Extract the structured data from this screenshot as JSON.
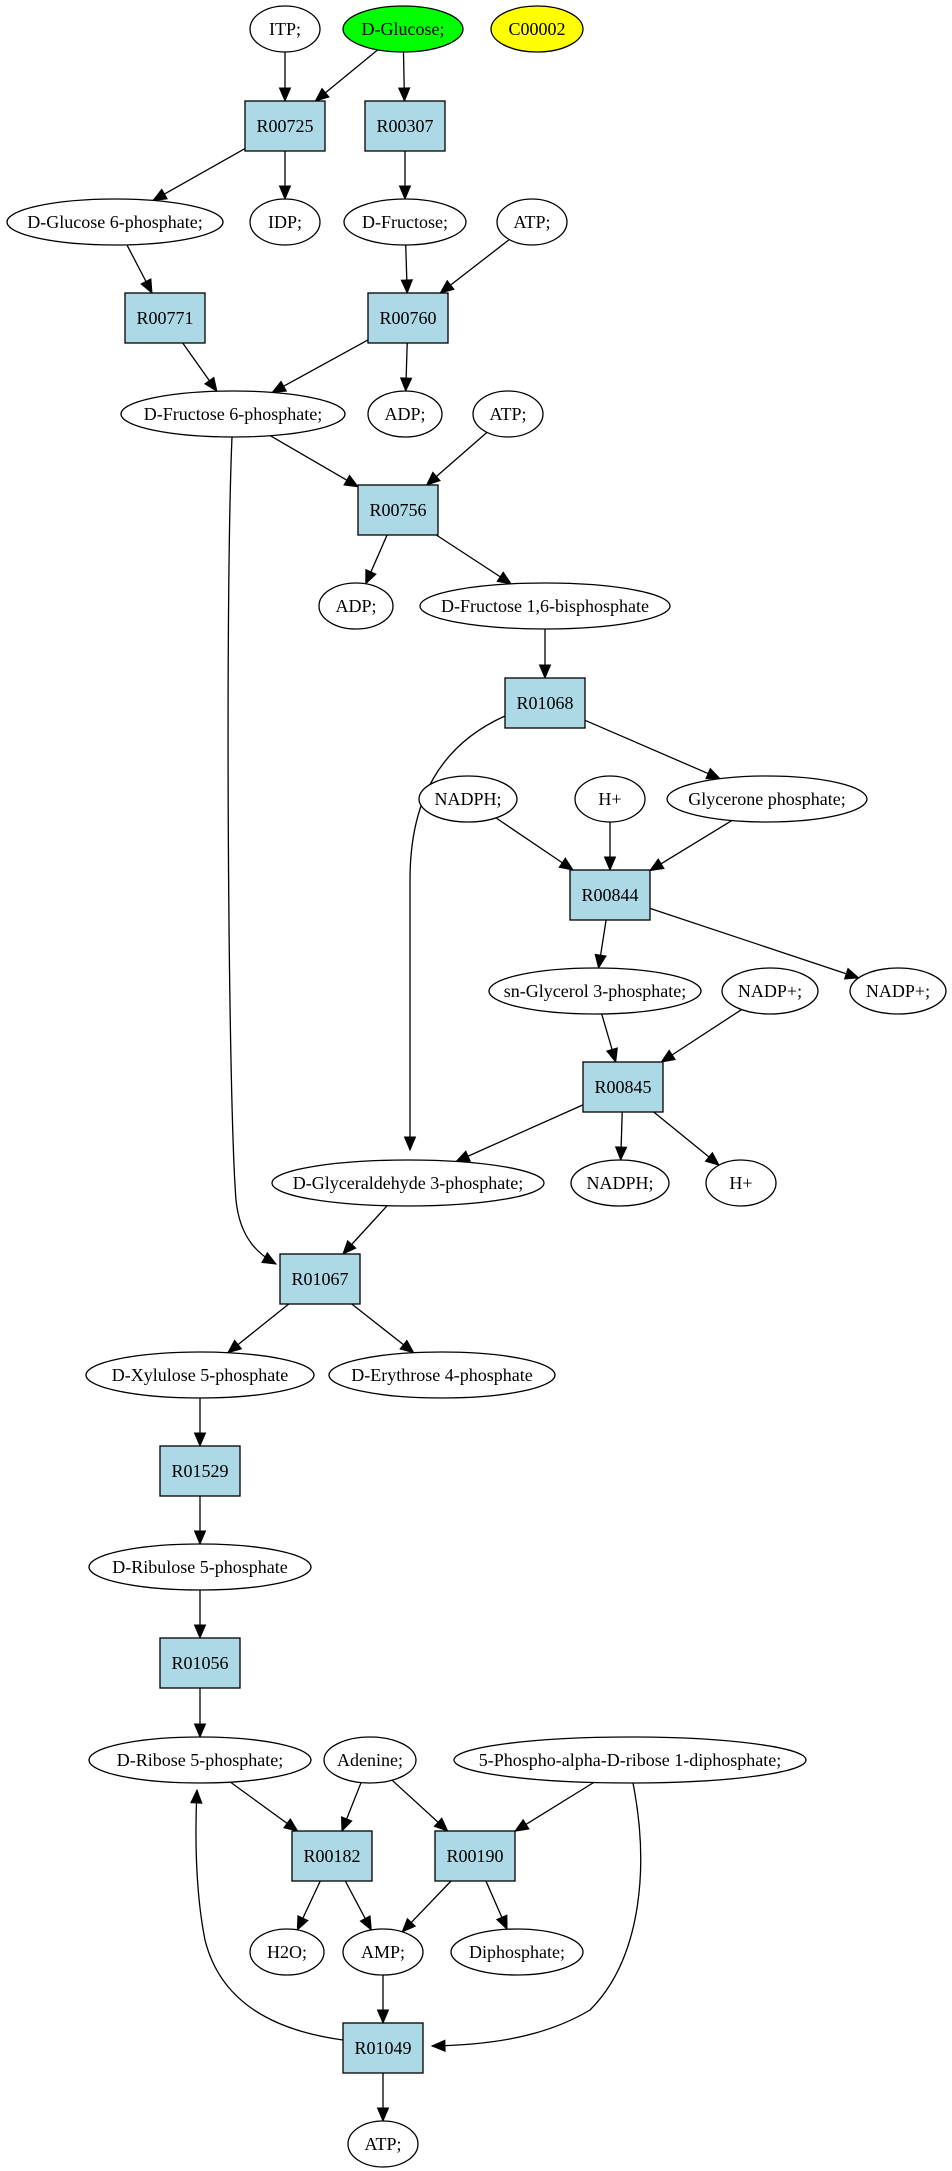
{
  "diagram": {
    "nodes": [
      {
        "id": "itp",
        "kind": "compound",
        "label": "ITP;"
      },
      {
        "id": "glucose",
        "kind": "compound",
        "label": "D-Glucose;",
        "fill": "#00ff00"
      },
      {
        "id": "c00002",
        "kind": "compound",
        "label": "C00002",
        "fill": "#ffff00"
      },
      {
        "id": "r00725",
        "kind": "reaction",
        "label": "R00725"
      },
      {
        "id": "r00307",
        "kind": "reaction",
        "label": "R00307"
      },
      {
        "id": "g6p",
        "kind": "compound",
        "label": "D-Glucose 6-phosphate;"
      },
      {
        "id": "idp",
        "kind": "compound",
        "label": "IDP;"
      },
      {
        "id": "fructose",
        "kind": "compound",
        "label": "D-Fructose;"
      },
      {
        "id": "atp1",
        "kind": "compound",
        "label": "ATP;"
      },
      {
        "id": "r00771",
        "kind": "reaction",
        "label": "R00771"
      },
      {
        "id": "r00760",
        "kind": "reaction",
        "label": "R00760"
      },
      {
        "id": "f6p",
        "kind": "compound",
        "label": "D-Fructose 6-phosphate;"
      },
      {
        "id": "adp1",
        "kind": "compound",
        "label": "ADP;"
      },
      {
        "id": "atp2",
        "kind": "compound",
        "label": "ATP;"
      },
      {
        "id": "r00756",
        "kind": "reaction",
        "label": "R00756"
      },
      {
        "id": "adp2",
        "kind": "compound",
        "label": "ADP;"
      },
      {
        "id": "fbp",
        "kind": "compound",
        "label": "D-Fructose 1,6-bisphosphate"
      },
      {
        "id": "r01068",
        "kind": "reaction",
        "label": "R01068"
      },
      {
        "id": "nadph1",
        "kind": "compound",
        "label": "NADPH;"
      },
      {
        "id": "hplus1",
        "kind": "compound",
        "label": "H+"
      },
      {
        "id": "dhap",
        "kind": "compound",
        "label": "Glycerone phosphate;"
      },
      {
        "id": "r00844",
        "kind": "reaction",
        "label": "R00844"
      },
      {
        "id": "g3p",
        "kind": "compound",
        "label": "sn-Glycerol 3-phosphate;"
      },
      {
        "id": "nadpplus1",
        "kind": "compound",
        "label": "NADP+;"
      },
      {
        "id": "nadpplus2",
        "kind": "compound",
        "label": "NADP+;"
      },
      {
        "id": "r00845",
        "kind": "reaction",
        "label": "R00845"
      },
      {
        "id": "gap",
        "kind": "compound",
        "label": "D-Glyceraldehyde 3-phosphate;"
      },
      {
        "id": "nadph2",
        "kind": "compound",
        "label": "NADPH;"
      },
      {
        "id": "hplus2",
        "kind": "compound",
        "label": "H+"
      },
      {
        "id": "r01067",
        "kind": "reaction",
        "label": "R01067"
      },
      {
        "id": "x5p",
        "kind": "compound",
        "label": "D-Xylulose 5-phosphate"
      },
      {
        "id": "e4p",
        "kind": "compound",
        "label": "D-Erythrose 4-phosphate"
      },
      {
        "id": "r01529",
        "kind": "reaction",
        "label": "R01529"
      },
      {
        "id": "ru5p",
        "kind": "compound",
        "label": "D-Ribulose 5-phosphate"
      },
      {
        "id": "r01056",
        "kind": "reaction",
        "label": "R01056"
      },
      {
        "id": "r5p",
        "kind": "compound",
        "label": "D-Ribose 5-phosphate;"
      },
      {
        "id": "adenine",
        "kind": "compound",
        "label": "Adenine;"
      },
      {
        "id": "prpp",
        "kind": "compound",
        "label": "5-Phospho-alpha-D-ribose 1-diphosphate;"
      },
      {
        "id": "r00182",
        "kind": "reaction",
        "label": "R00182"
      },
      {
        "id": "r00190",
        "kind": "reaction",
        "label": "R00190"
      },
      {
        "id": "h2o",
        "kind": "compound",
        "label": "H2O;"
      },
      {
        "id": "amp",
        "kind": "compound",
        "label": "AMP;"
      },
      {
        "id": "diphosphate",
        "kind": "compound",
        "label": "Diphosphate;"
      },
      {
        "id": "r01049",
        "kind": "reaction",
        "label": "R01049"
      },
      {
        "id": "atp3",
        "kind": "compound",
        "label": "ATP;"
      }
    ],
    "edges": [
      {
        "from": "itp",
        "to": "r00725"
      },
      {
        "from": "glucose",
        "to": "r00725"
      },
      {
        "from": "glucose",
        "to": "r00307"
      },
      {
        "from": "r00725",
        "to": "g6p"
      },
      {
        "from": "r00725",
        "to": "idp"
      },
      {
        "from": "r00307",
        "to": "fructose"
      },
      {
        "from": "g6p",
        "to": "r00771"
      },
      {
        "from": "fructose",
        "to": "r00760"
      },
      {
        "from": "atp1",
        "to": "r00760"
      },
      {
        "from": "r00771",
        "to": "f6p"
      },
      {
        "from": "r00760",
        "to": "f6p"
      },
      {
        "from": "r00760",
        "to": "adp1"
      },
      {
        "from": "f6p",
        "to": "r00756"
      },
      {
        "from": "atp2",
        "to": "r00756"
      },
      {
        "from": "f6p",
        "to": "r01067"
      },
      {
        "from": "r00756",
        "to": "adp2"
      },
      {
        "from": "r00756",
        "to": "fbp"
      },
      {
        "from": "fbp",
        "to": "r01068"
      },
      {
        "from": "r01068",
        "to": "dhap"
      },
      {
        "from": "r01068",
        "to": "gap"
      },
      {
        "from": "nadph1",
        "to": "r00844"
      },
      {
        "from": "hplus1",
        "to": "r00844"
      },
      {
        "from": "dhap",
        "to": "r00844"
      },
      {
        "from": "r00844",
        "to": "g3p"
      },
      {
        "from": "r00844",
        "to": "nadpplus2"
      },
      {
        "from": "g3p",
        "to": "r00845"
      },
      {
        "from": "nadpplus1",
        "to": "r00845"
      },
      {
        "from": "r00845",
        "to": "gap"
      },
      {
        "from": "r00845",
        "to": "nadph2"
      },
      {
        "from": "r00845",
        "to": "hplus2"
      },
      {
        "from": "gap",
        "to": "r01067"
      },
      {
        "from": "r01067",
        "to": "x5p"
      },
      {
        "from": "r01067",
        "to": "e4p"
      },
      {
        "from": "x5p",
        "to": "r01529"
      },
      {
        "from": "r01529",
        "to": "ru5p"
      },
      {
        "from": "ru5p",
        "to": "r01056"
      },
      {
        "from": "r01056",
        "to": "r5p"
      },
      {
        "from": "r5p",
        "to": "r00182"
      },
      {
        "from": "adenine",
        "to": "r00182"
      },
      {
        "from": "adenine",
        "to": "r00190"
      },
      {
        "from": "prpp",
        "to": "r00190"
      },
      {
        "from": "prpp",
        "to": "r01049"
      },
      {
        "from": "r00182",
        "to": "h2o"
      },
      {
        "from": "r00182",
        "to": "amp"
      },
      {
        "from": "r00190",
        "to": "amp"
      },
      {
        "from": "r00190",
        "to": "diphosphate"
      },
      {
        "from": "amp",
        "to": "r01049"
      },
      {
        "from": "r01049",
        "to": "r5p"
      },
      {
        "from": "r01049",
        "to": "atp3"
      }
    ]
  }
}
